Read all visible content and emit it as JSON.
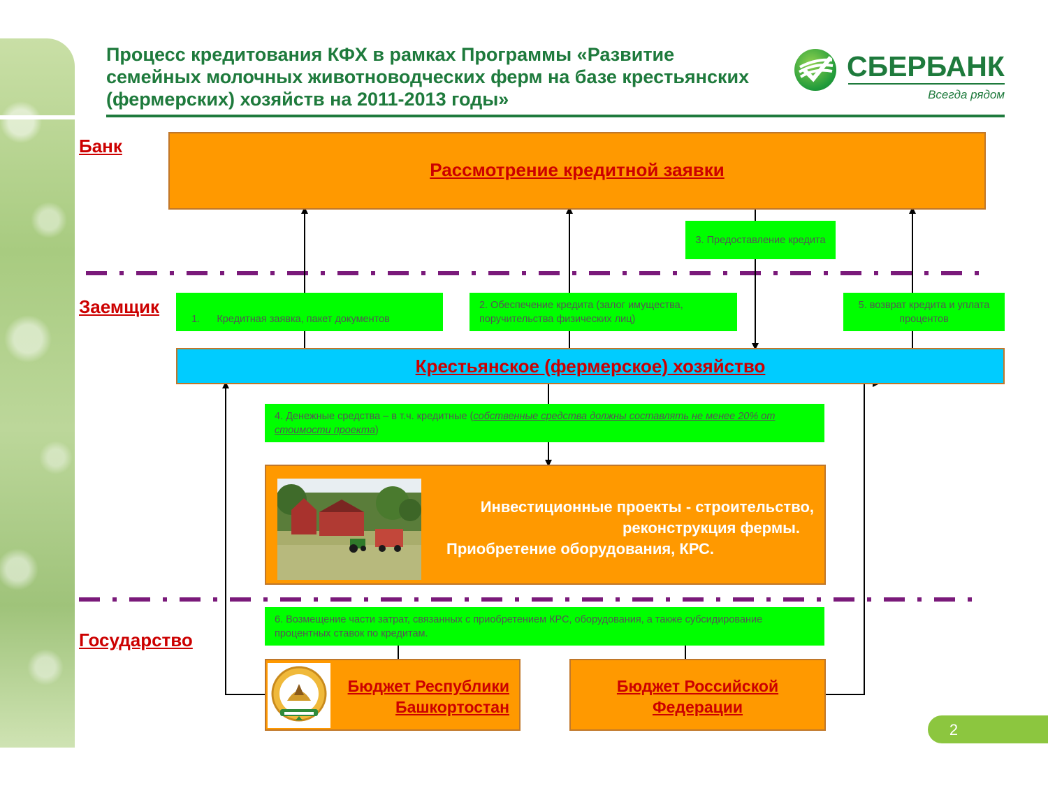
{
  "title": "Процесс кредитования КФХ в рамках Программы «Развитие семейных молочных животноводческих ферм на базе крестьянских (фермерских) хозяйств на 2011-2013 годы»",
  "logo": {
    "name": "СБЕРБАНК",
    "slogan": "Всегда рядом",
    "icon": "sberbank-logo-icon"
  },
  "rows": {
    "bank": "Банк",
    "borrower": "Заемщик",
    "state": "Государство"
  },
  "boxes": {
    "review": "Рассмотрение кредитной заявки",
    "step1": "1.      Кредитная заявка, пакет документов",
    "step2": "2. Обеспечение кредита (залог имущества, поручительства физических лиц)",
    "step3": "3. Предоставление кредита",
    "step5": "5. возврат кредита и уплата процентов",
    "farm": "Крестьянское (фермерское) хозяйство",
    "step4_prefix": "4. Денежные средства – в т.ч. кредитные (",
    "step4_note": "собственные средства должны составлять не менее 20% от стоимости проекта",
    "step4_suffix": ")",
    "invest_line1": "Инвестиционные проекты - строительство,",
    "invest_line2": "реконструкция фермы.",
    "invest_line3": "Приобретение оборудования, КРС.",
    "step6": "6. Возмещение части затрат, связанных с приобретением КРС, оборудования, а также субсидирование процентных ставок по кредитам.",
    "budget_rb_line1": "Бюджет Республики",
    "budget_rb_line2": "Башкортостан",
    "budget_rf_line1": "Бюджет Российской",
    "budget_rf_line2": "Федерации"
  },
  "images": {
    "farm_photo": "farm-photo",
    "emblem": "bashkortostan-emblem-icon"
  },
  "page_number": "2",
  "colors": {
    "orange": "#ff9900",
    "green": "#00ff00",
    "cyan": "#00ccff",
    "title_green": "#1e7a3c",
    "divider_purple": "#7a1a7a",
    "label_red": "#cc0000"
  }
}
